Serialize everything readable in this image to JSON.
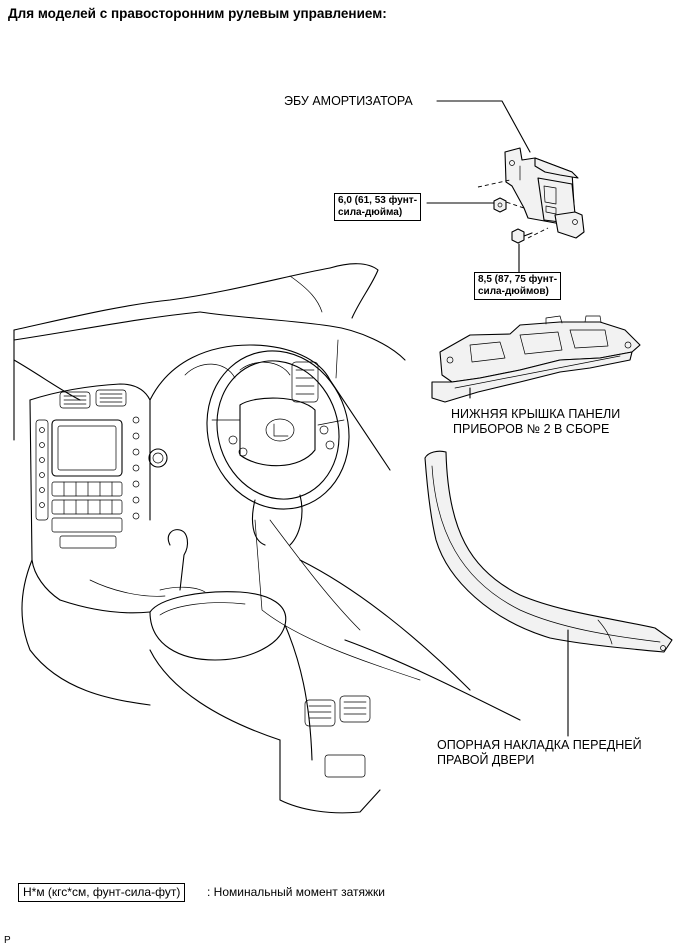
{
  "heading": "Для моделей с правосторонним рулевым управлением:",
  "labels": {
    "ecu": "ЭБУ АМОРТИЗАТОРА",
    "cover_line1": "НИЖНЯЯ КРЫШКА ПАНЕЛИ",
    "cover_line2": "ПРИБОРОВ № 2 В СБОРЕ",
    "scuff_line1": "ОПОРНАЯ НАКЛАДКА ПЕРЕДНЕЙ",
    "scuff_line2": "ПРАВОЙ ДВЕРИ"
  },
  "torque": {
    "nut_line1": "6,0 (61, 53 фунт-",
    "nut_line2": "сила-дюйма)",
    "bolt_line1": "8,5 (87, 75 фунт-",
    "bolt_line2": "сила-дюймов)"
  },
  "legend": {
    "box": "Н*м (кгс*см, фунт-сила-фут)",
    "text": ": Номинальный момент затяжки"
  },
  "corner_code": "P"
}
